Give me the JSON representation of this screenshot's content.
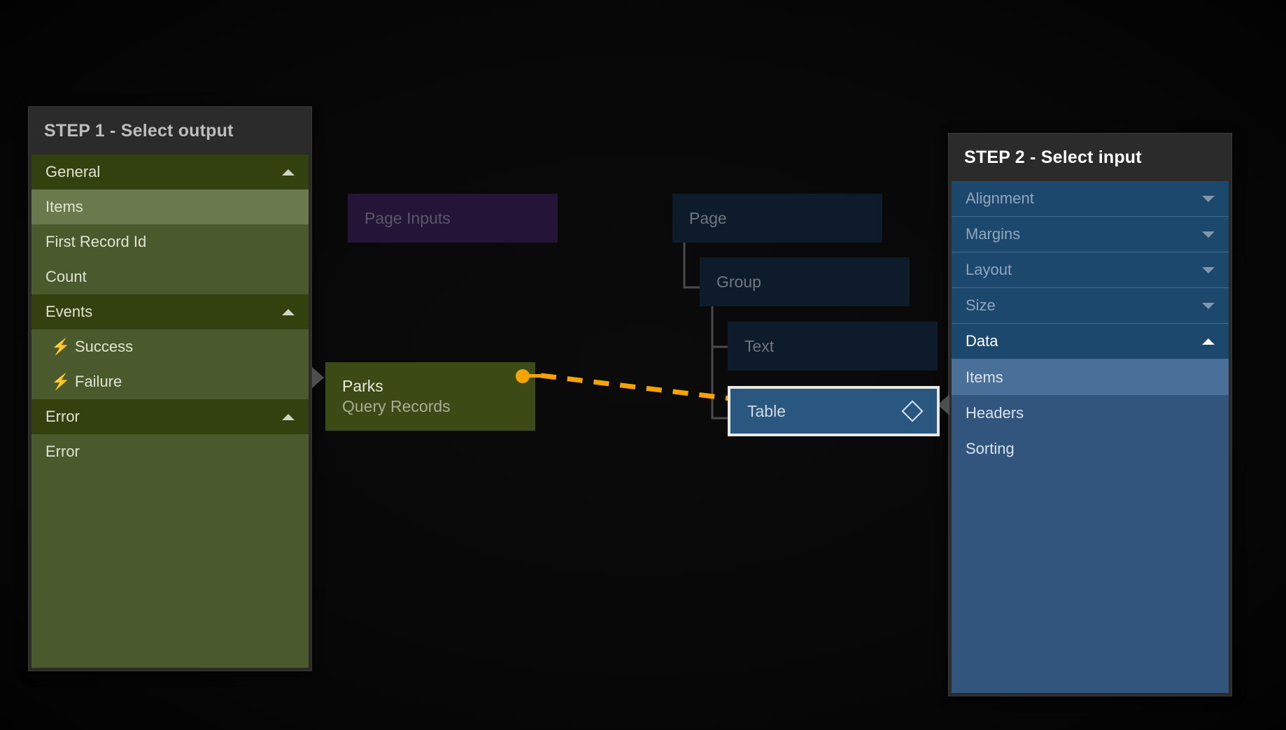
{
  "step1": {
    "title": "STEP 1 - Select output",
    "sections": [
      {
        "label": "General",
        "expanded": true,
        "caret": "caret-up-icon",
        "items": [
          {
            "label": "Items",
            "selected": true
          },
          {
            "label": "First Record Id",
            "selected": false
          },
          {
            "label": "Count",
            "selected": false
          }
        ]
      },
      {
        "label": "Events",
        "expanded": true,
        "caret": "caret-up-icon",
        "items": [
          {
            "label": "Success",
            "selected": false,
            "icon": "lightning-bolt-icon"
          },
          {
            "label": "Failure",
            "selected": false,
            "icon": "lightning-bolt-icon"
          }
        ]
      },
      {
        "label": "Error",
        "expanded": true,
        "caret": "caret-up-icon",
        "items": [
          {
            "label": "Error",
            "selected": false
          }
        ]
      }
    ]
  },
  "step2": {
    "title": "STEP 2 - Select input",
    "sections": [
      {
        "label": "Alignment",
        "expanded": false,
        "caret": "caret-down-icon",
        "items": []
      },
      {
        "label": "Margins",
        "expanded": false,
        "caret": "caret-down-icon",
        "items": []
      },
      {
        "label": "Layout",
        "expanded": false,
        "caret": "caret-down-icon",
        "items": []
      },
      {
        "label": "Size",
        "expanded": false,
        "caret": "caret-down-icon",
        "items": []
      },
      {
        "label": "Data",
        "expanded": true,
        "caret": "caret-up-icon",
        "items": [
          {
            "label": "Items",
            "selected": true
          },
          {
            "label": "Headers",
            "selected": false
          },
          {
            "label": "Sorting",
            "selected": false
          }
        ]
      }
    ]
  },
  "graph": {
    "nodes": {
      "page_inputs": {
        "label": "Page Inputs"
      },
      "page": {
        "label": "Page"
      },
      "group": {
        "label": "Group"
      },
      "text": {
        "label": "Text"
      },
      "parks": {
        "title": "Parks",
        "subtitle": "Query Records"
      },
      "table": {
        "label": "Table",
        "icon": "diamond-icon",
        "selected": true
      }
    },
    "connection": {
      "from": "parks-output-port",
      "to": "table-input",
      "style": "dashed-arrow",
      "color": "#f5a300"
    }
  },
  "colors": {
    "canvas": "#050505",
    "step1_accent": "#4b5a2c",
    "step2_accent": "#31557d",
    "link": "#f5a300",
    "page_inputs": "#241538",
    "node_dark": "#0d1b2a",
    "parks": "#3c4a16",
    "table_selected_border": "#e8e8e8"
  }
}
